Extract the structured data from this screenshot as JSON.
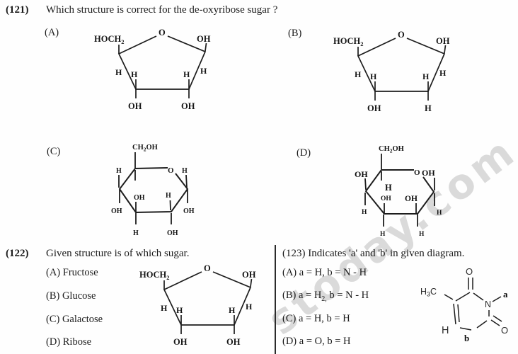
{
  "watermark": "stoday.com",
  "q121": {
    "number": "(121)",
    "text": "Which structure is correct for the de-oxyribose sugar ?",
    "optA": "(A)",
    "optB": "(B)",
    "optC": "(C)",
    "optD": "(D)"
  },
  "q122": {
    "number": "(122)",
    "text": "Given structure is of which sugar.",
    "options": [
      "(A) Fructose",
      "(B) Glucose",
      "(C) Galactose",
      "(D) Ribose"
    ]
  },
  "q123": {
    "header": "(123) Indicates 'a' and 'b' in given diagram.",
    "options": [
      {
        "pre": "(A) a = H, b = N - H",
        "sub": "",
        "post": ""
      },
      {
        "pre": "(B) a = H",
        "sub": "2,",
        "post": " b = N - H"
      },
      {
        "pre": "(C) a = H, b = H",
        "sub": "",
        "post": ""
      },
      {
        "pre": "(D) a = O, b = H",
        "sub": "",
        "post": ""
      }
    ]
  },
  "chem": {
    "hoch": "HOCH",
    "sub2": "2",
    "ch": "CH",
    "ohsuf": "OH",
    "o": "O",
    "oh": "OH",
    "h": "H",
    "h3a": "H",
    "sub3": "3",
    "h3b": "C",
    "n": "N",
    "a": "a",
    "b": "b"
  }
}
